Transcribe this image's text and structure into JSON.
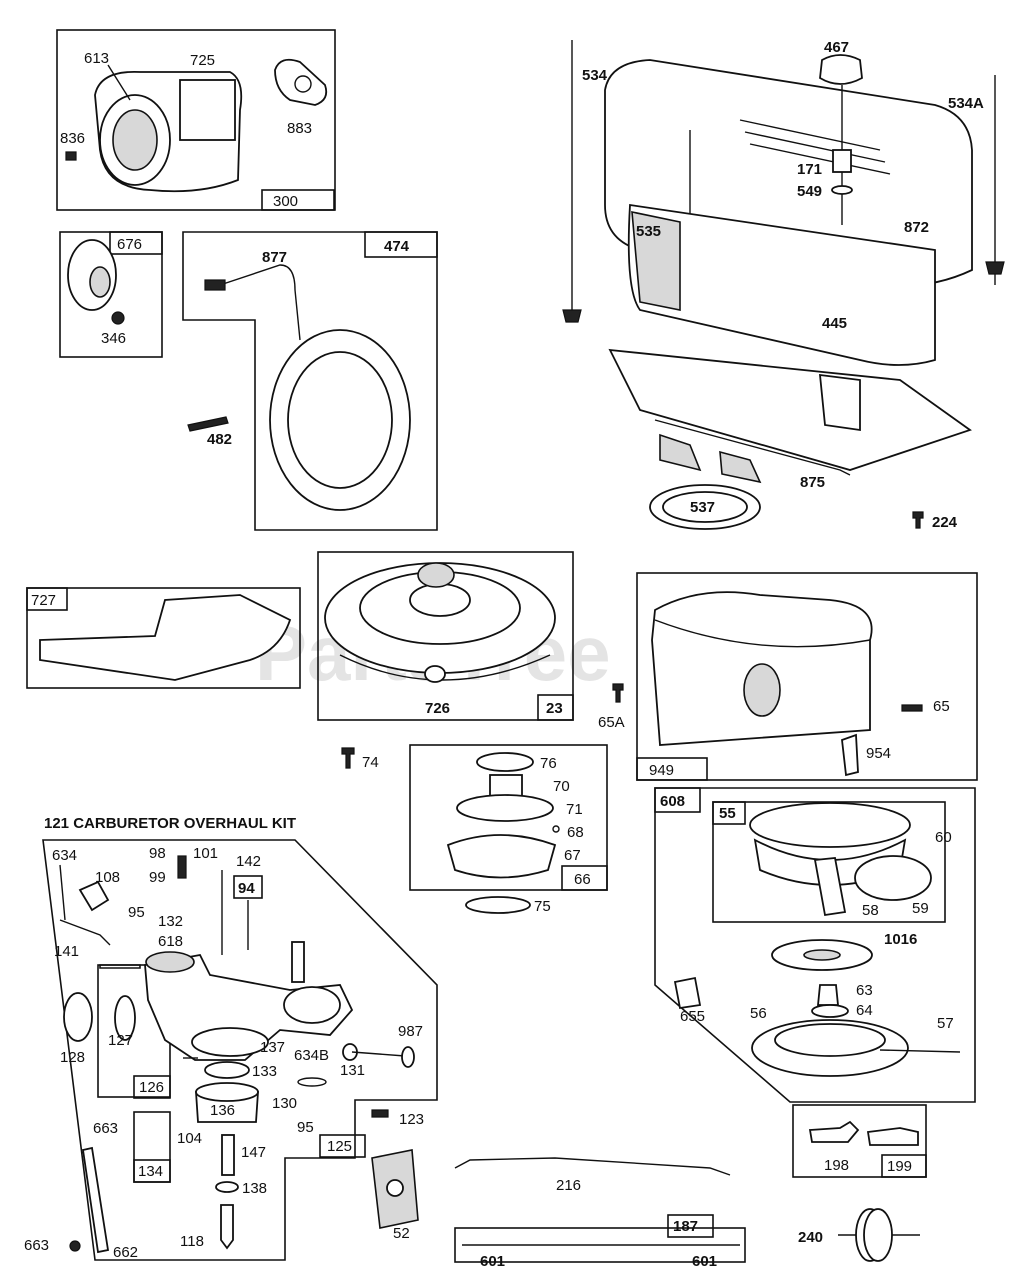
{
  "kit_title": "121 CARBURETOR OVERHAUL KIT",
  "watermark": "PartsTree",
  "trademark": "™",
  "callouts": {
    "c613": "613",
    "c725": "725",
    "c836": "836",
    "c883": "883",
    "c300": "300",
    "c676": "676",
    "c346": "346",
    "c474": "474",
    "c877": "877",
    "c482": "482",
    "c534": "534",
    "c467": "467",
    "c534A": "534A",
    "c171": "171",
    "c549": "549",
    "c872": "872",
    "c535": "535",
    "c445": "445",
    "c875": "875",
    "c537": "537",
    "c224": "224",
    "c727": "727",
    "c726": "726",
    "c23": "23",
    "c65A": "65A",
    "c949": "949",
    "c65": "65",
    "c954": "954",
    "c74": "74",
    "c76": "76",
    "c70": "70",
    "c71": "71",
    "c68": "68",
    "c67": "67",
    "c66": "66",
    "c75": "75",
    "c634": "634",
    "c108": "108",
    "c98": "98",
    "c99": "99",
    "c101": "101",
    "c142": "142",
    "c95a": "95",
    "c94": "94",
    "c132": "132",
    "c141": "141",
    "c618": "618",
    "c128": "128",
    "c127": "127",
    "c126": "126",
    "c137": "137",
    "c133": "133",
    "c136": "136",
    "c104": "104",
    "c634B": "634B",
    "c131": "131",
    "c987": "987",
    "c130": "130",
    "c95b": "95",
    "c123": "123",
    "c125": "125",
    "c663a": "663",
    "c134": "134",
    "c147": "147",
    "c138": "138",
    "c118": "118",
    "c663b": "663",
    "c662": "662",
    "c52": "52",
    "c216": "216",
    "c187": "187",
    "c601a": "601",
    "c601b": "601",
    "c608": "608",
    "c55": "55",
    "c60": "60",
    "c58": "58",
    "c59": "59",
    "c1016": "1016",
    "c63": "63",
    "c64": "64",
    "c655": "655",
    "c56": "56",
    "c57": "57",
    "c198": "198",
    "c199": "199",
    "c240": "240"
  }
}
